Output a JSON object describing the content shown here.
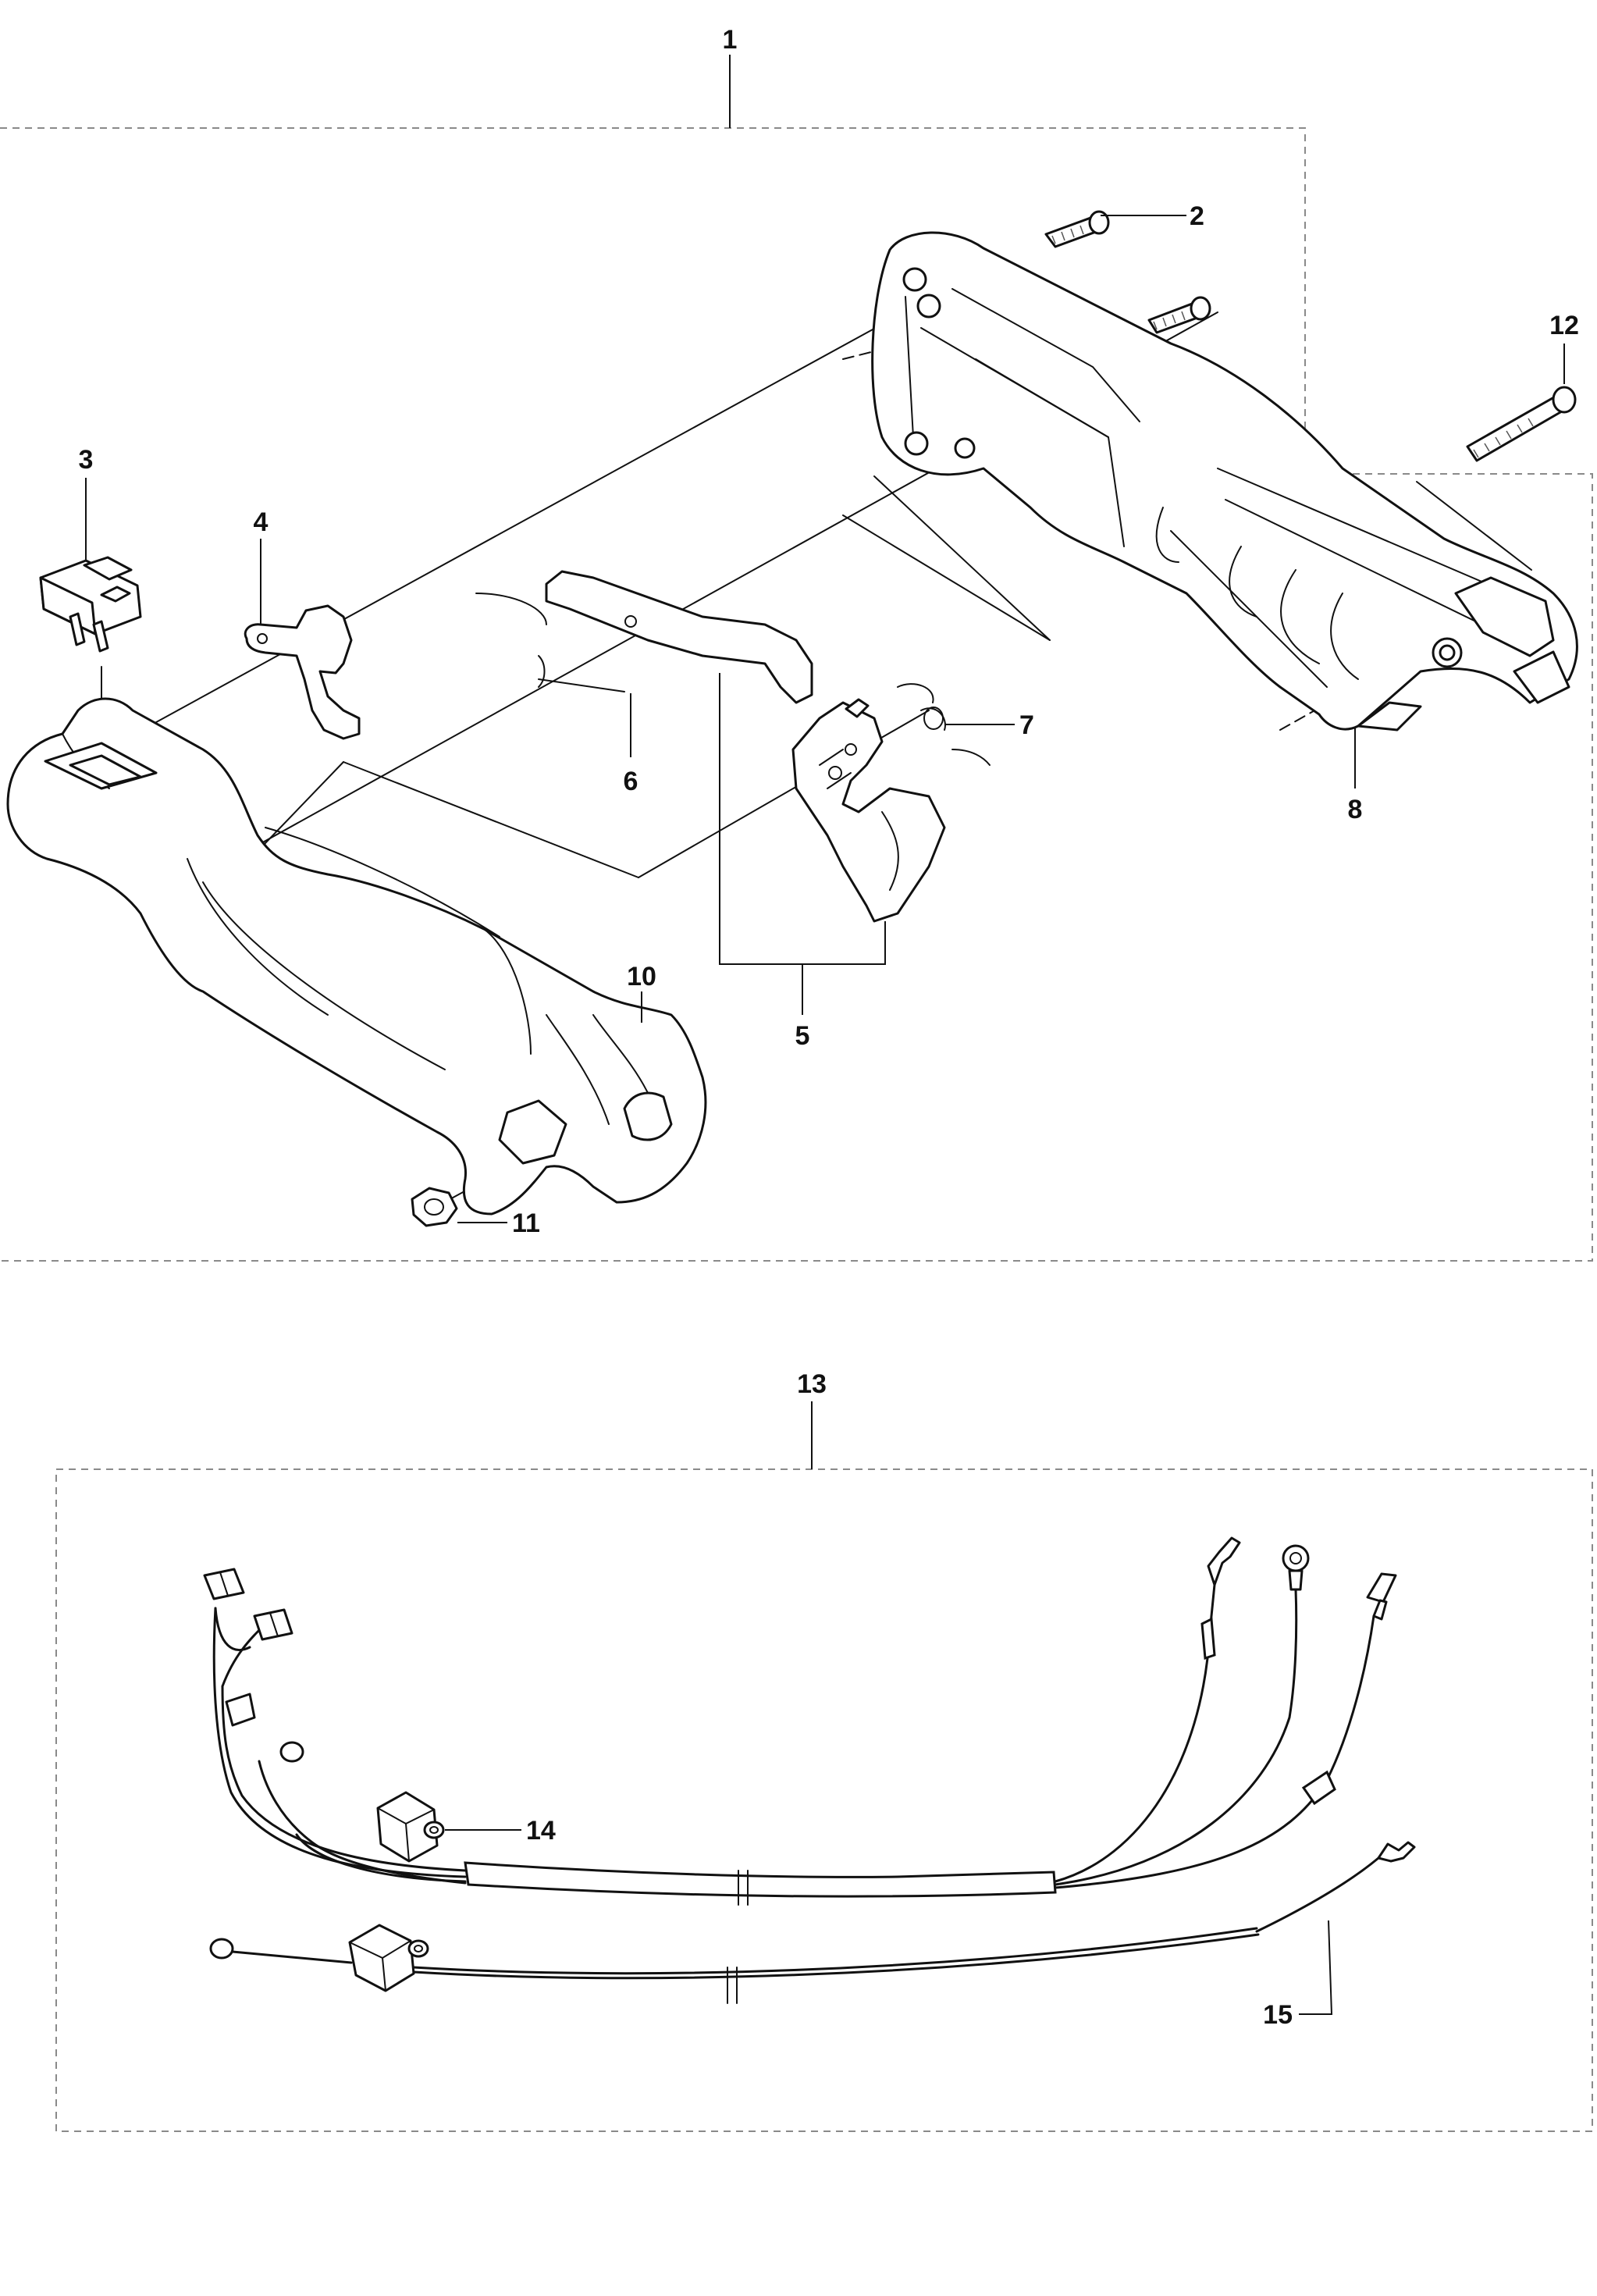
{
  "callouts": {
    "c1": "1",
    "c2": "2",
    "c3": "3",
    "c4": "4",
    "c5": "5",
    "c6": "6",
    "c7": "7",
    "c8": "8",
    "c10": "10",
    "c11": "11",
    "c12": "12",
    "c13": "13",
    "c14": "14",
    "c15": "15"
  },
  "colors": {
    "line": "#111111",
    "frame": "#8a8a8a",
    "background": "#ffffff"
  }
}
